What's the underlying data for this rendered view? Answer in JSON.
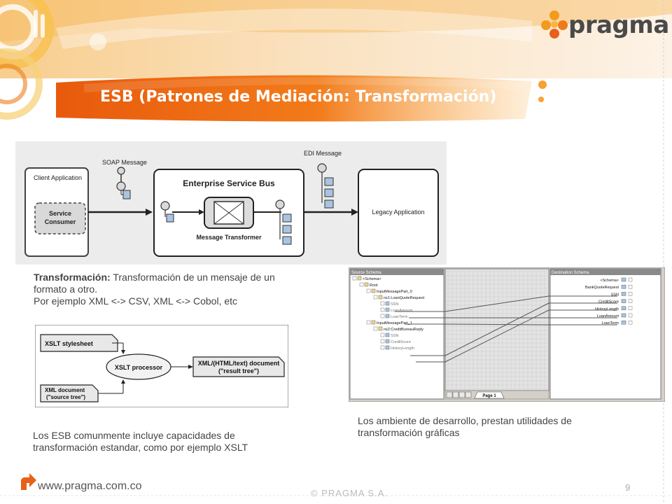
{
  "brand": {
    "logo_text": "pragma"
  },
  "slide": {
    "title": "ESB (Patrones de Mediación: Transformación)",
    "transformacion_label": "Transformación:",
    "transformacion_desc": "Transformación de un mensaje de un formato a otro.",
    "transformacion_example": "Por ejemplo XML <-> CSV,  XML <-> Cobol, etc",
    "esb_caption": "Los ESB comunmente incluye capacidades de transformación estandar, como por ejemplo XSLT",
    "ide_caption": "Los ambiente de desarrollo, prestan utilidades de transformación gráficas"
  },
  "esb_diagram": {
    "client_app": "Client Application",
    "service_consumer_1": "Service",
    "service_consumer_2": "Consumer",
    "soap_message": "SOAP Message",
    "edi_message": "EDI Message",
    "bus": "Enterprise Service Bus",
    "transformer": "Message Transformer",
    "legacy": "Legacy Application"
  },
  "xslt_diagram": {
    "stylesheet": "XSLT stylesheet",
    "processor": "XSLT processor",
    "output_1": "XML/(HTML/text) document",
    "output_2": "(\"result tree\")",
    "input_1": "XML document",
    "input_2": "(\"source tree\")"
  },
  "mapper": {
    "source_title": "Source Schema",
    "dest_title": "Destination Schema",
    "source_tree": [
      {
        "label": "<Schema>",
        "depth": 0
      },
      {
        "label": "Root",
        "depth": 1
      },
      {
        "label": "InputMessagePart_0",
        "depth": 2
      },
      {
        "label": "ns1:LoanQuoteRequest",
        "depth": 3
      },
      {
        "label": "SSN",
        "depth": 4
      },
      {
        "label": "LoanAmount",
        "depth": 4
      },
      {
        "label": "LoanTerm",
        "depth": 4
      },
      {
        "label": "InputMessagePart_1",
        "depth": 2
      },
      {
        "label": "ns2:CreditBureauReply",
        "depth": 3
      },
      {
        "label": "SSN",
        "depth": 4
      },
      {
        "label": "CreditScore",
        "depth": 4
      },
      {
        "label": "HistoryLength",
        "depth": 4
      }
    ],
    "dest_tree": [
      "<Schema>",
      "BankQuoteRequest",
      "SSN",
      "CreditScore",
      "HistoryLength",
      "LoanAmount",
      "LoanTerm"
    ],
    "page_tab": "Page 1"
  },
  "footer": {
    "url": "www.pragma.com.co",
    "copyright": "© PRAGMA S.A.",
    "page_number": "9"
  }
}
